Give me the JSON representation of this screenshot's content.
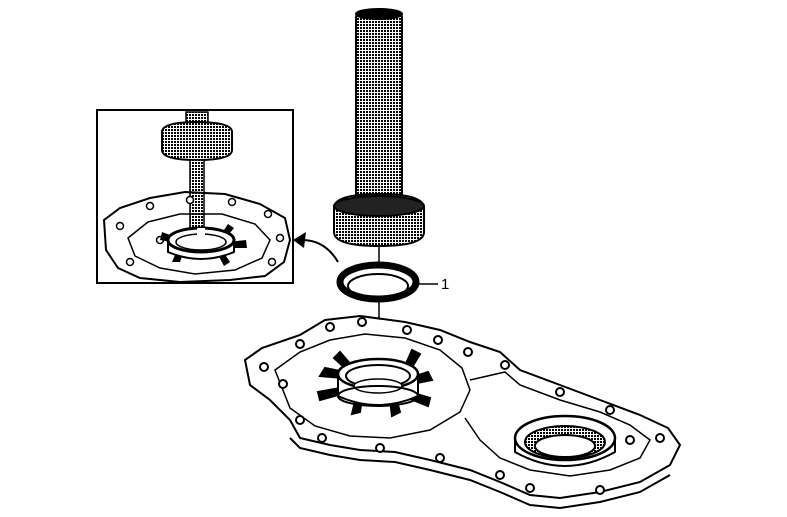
{
  "callouts": [
    {
      "label": "1",
      "part": "seal"
    }
  ],
  "inset": {
    "shows": "seal-installed-detail"
  },
  "colors": {
    "line": "#000000",
    "background": "#ffffff",
    "hatch": "#000000"
  }
}
